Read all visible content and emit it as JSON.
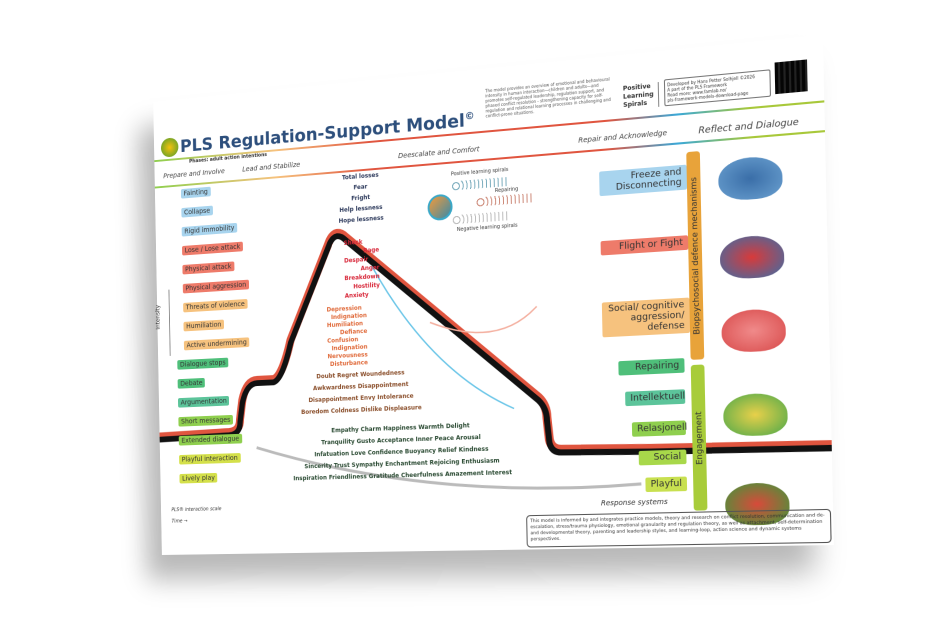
{
  "header": {
    "title": "PLS Regulation-Support Model",
    "title_mark": "©",
    "intro": "The model provides an overview of emotional and behavioural intensity in human interaction—children and adults—and promotes self-regulated leadership, regulation support, and phased conflict resolution - strengthening capacity for self-regulation and relational learning processes in challenging and conflict-prone situations.",
    "pls_lines": [
      "Positive",
      "Learning",
      "Spirals"
    ],
    "developer_lines": [
      "Developed by Hans Petter Solhjell ©2026",
      "A part of the PLS Framework",
      "Read more: www.famlab.no/",
      "pls-framework-models-download-page"
    ]
  },
  "phases": {
    "subtitle": "Phases: adult action intentions",
    "items": [
      "Prepare and Involve",
      "Lead and Stabilize",
      "Deescalate and Comfort",
      "Repair and Acknowledge",
      "Reflect and Dialogue"
    ]
  },
  "scale": {
    "axis_label": "Intensity",
    "scale_label": "PLS® interaction scale",
    "time_label": "Time →",
    "levels": [
      {
        "label": "Fainting",
        "color": "#a8d4ee"
      },
      {
        "label": "Collapse",
        "color": "#a8d4ee"
      },
      {
        "label": "Rigid immobility",
        "color": "#a8d4ee"
      },
      {
        "label": "Lose / Lose attack",
        "color": "#ee7b6a"
      },
      {
        "label": "Physical attack",
        "color": "#ee7b6a"
      },
      {
        "label": "Physical aggression",
        "color": "#ee7b6a"
      },
      {
        "label": "Threats of violence",
        "color": "#f6c27e"
      },
      {
        "label": "Humiliation",
        "color": "#f6c27e"
      },
      {
        "label": "Active undermining",
        "color": "#f6c27e"
      },
      {
        "label": "Dialogue stops",
        "color": "#4fbf7a"
      },
      {
        "label": "Debate",
        "color": "#4fbf7a"
      },
      {
        "label": "Argumentation",
        "color": "#5cc49a"
      },
      {
        "label": "Short messages",
        "color": "#8fcf4e"
      },
      {
        "label": "Extended dialogue",
        "color": "#8fcf4e"
      },
      {
        "label": "Playful interaction",
        "color": "#d4e04a"
      },
      {
        "label": "Lively play",
        "color": "#d4e04a"
      }
    ]
  },
  "emotions": {
    "freeze": [
      "Total losses",
      "Fear",
      "Fright",
      "Help lessness",
      "Hope lessness"
    ],
    "flight_fight": [
      "Shock",
      "Rage",
      "Despair",
      "Anger",
      "Breakdown",
      "Hostility",
      "Anxiety"
    ],
    "aggression": [
      "Depression",
      "Indignation",
      "Humiliation",
      "Defiance",
      "Confusion",
      "Indignation",
      "Nervousness",
      "Disturbance"
    ],
    "discomfort": [
      "Doubt Regret Woundedness",
      "Awkwardness Disappointment",
      "Disappointment Envy Intolerance",
      "Boredom Coldness Dislike Displeasure"
    ],
    "positive": [
      "Empathy Charm Happiness Warmth Delight",
      "Tranquility Gusto Acceptance Inner Peace Arousal",
      "Infatuation Love Confidence Buoyancy Relief Kindness",
      "Sincerity Trust Sympathy Enchantment Rejoicing Enthusiasm",
      "Inspiration Friendliness Gratitude Cheerfulness Amazement Interest"
    ]
  },
  "spirals": {
    "positive": "Positive learning spirals",
    "repairing": "Repairing",
    "negative": "Negative learning spirals"
  },
  "defence": {
    "axis_label": "Biopsychosocial defence mechanisms",
    "items": [
      {
        "label": "Freeze and Disconnecting",
        "color": "#a8d4ee"
      },
      {
        "label": "Flight or Fight",
        "color": "#ee7b6a"
      },
      {
        "label": "Social/ cognitive aggression/ defense",
        "color": "#f6c27e"
      }
    ]
  },
  "engagement": {
    "axis_label": "Engagement",
    "response_label": "Response systems",
    "items": [
      {
        "label": "Repairing",
        "color": "#4fbf7a"
      },
      {
        "label": "Intellektuell",
        "color": "#5cc49a"
      },
      {
        "label": "Relasjonell",
        "color": "#8fcf4e"
      },
      {
        "label": "Social",
        "color": "#a8d84a"
      },
      {
        "label": "Playful",
        "color": "#c8e050"
      }
    ]
  },
  "footer_note": "This model is informed by and integrates practice models, theory and research on conflict resolution, communication and de-escalation, stress/trauma physiology, emotional granularity and regulation theory, as well as attachment, self-determination and developmental theory, parenting and leadership styles, and learning-loop, action science and dynamic systems perspectives."
}
